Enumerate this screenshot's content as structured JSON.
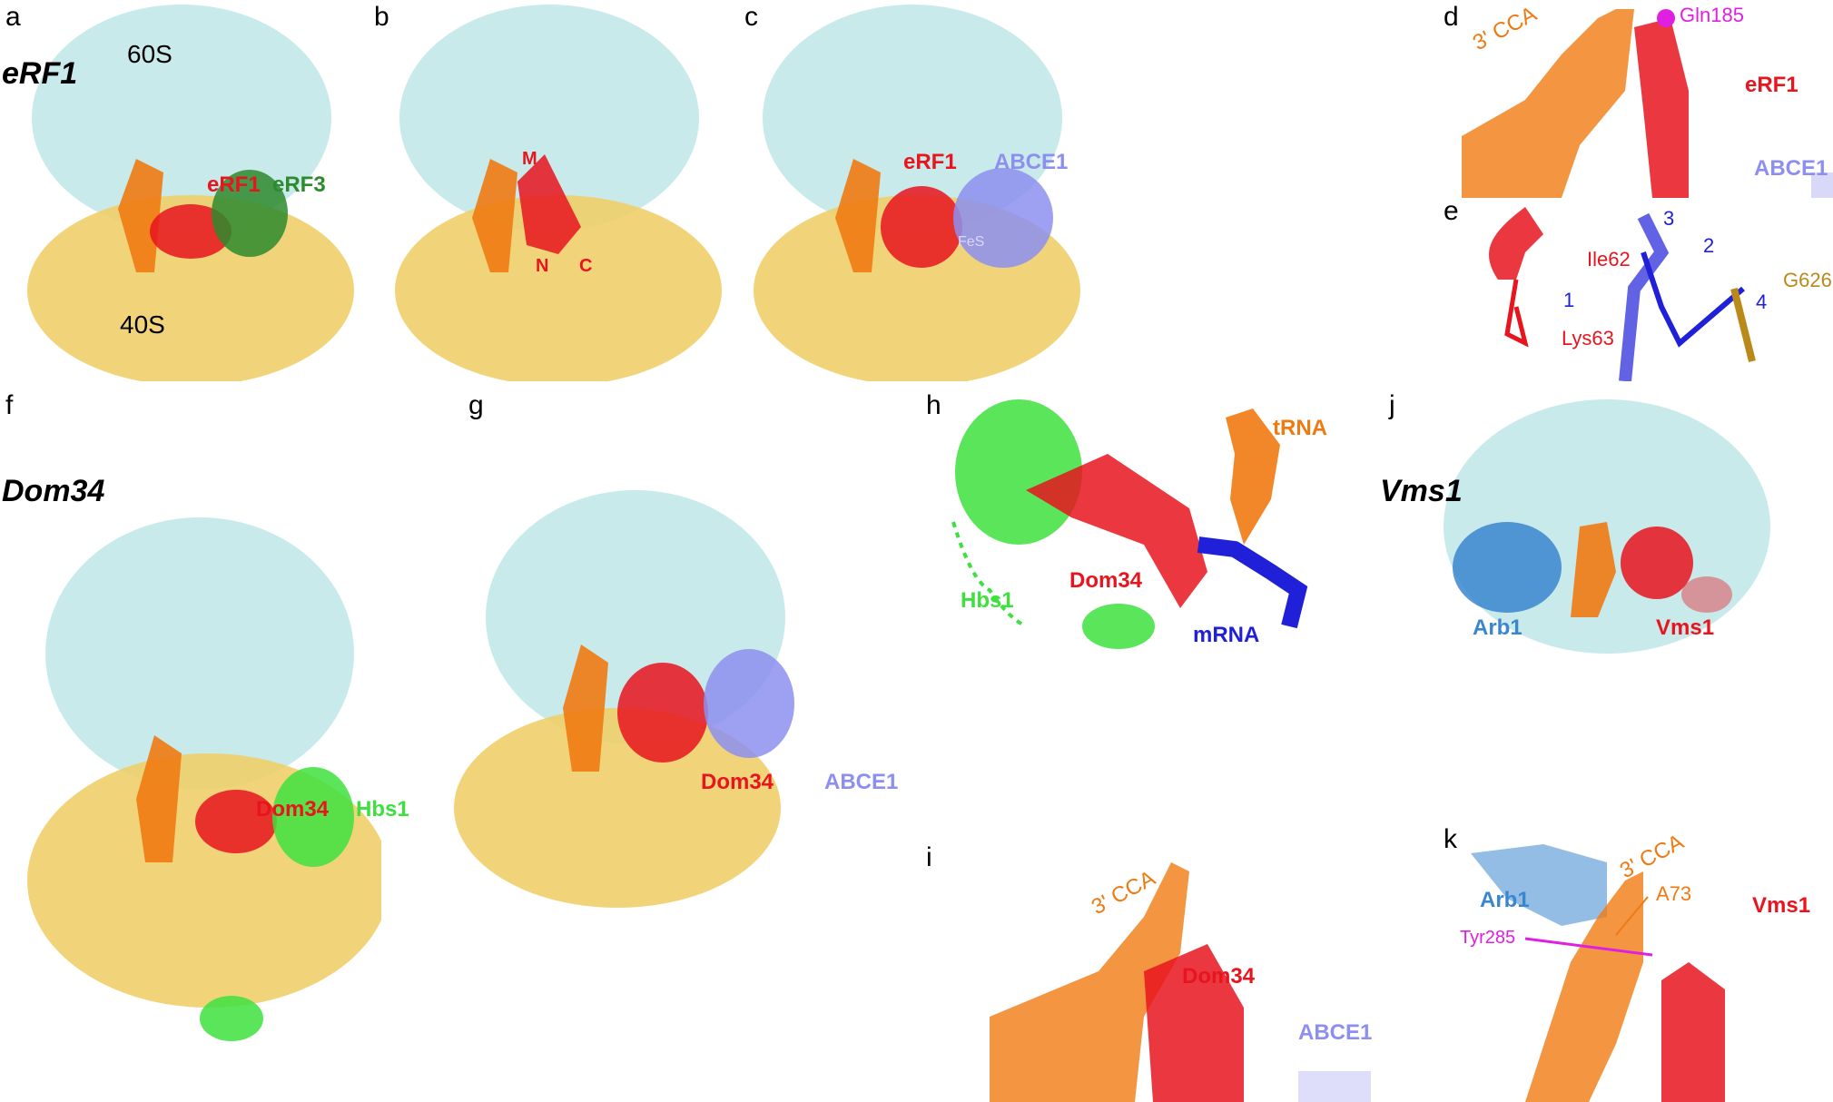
{
  "rows": {
    "row1_title": "eRF1",
    "row2_title": "Dom34",
    "row3_title": "Vms1"
  },
  "panels": {
    "a": {
      "letter": "a",
      "sub60": "60S",
      "sub40": "40S",
      "erf1": "eRF1",
      "erf3": "eRF3"
    },
    "b": {
      "letter": "b",
      "m": "M",
      "n": "N",
      "c": "C"
    },
    "c": {
      "letter": "c",
      "erf1": "eRF1",
      "abce1": "ABCE1",
      "fes": "FeS"
    },
    "d": {
      "letter": "d",
      "cca": "3' CCA",
      "gln": "Gln185",
      "erf1": "eRF1",
      "abce1": "ABCE1"
    },
    "e": {
      "letter": "e",
      "ile": "Ile62",
      "lys": "Lys63",
      "g626": "G626",
      "n1": "1",
      "n2": "2",
      "n3": "3",
      "n4": "4"
    },
    "f": {
      "letter": "f",
      "dom34": "Dom34",
      "hbs1": "Hbs1"
    },
    "g": {
      "letter": "g",
      "dom34": "Dom34",
      "abce1": "ABCE1"
    },
    "h": {
      "letter": "h",
      "trna": "tRNA",
      "dom34": "Dom34",
      "hbs1": "Hbs1",
      "mrna": "mRNA"
    },
    "i": {
      "letter": "i",
      "cca": "3' CCA",
      "dom34": "Dom34",
      "abce1": "ABCE1"
    },
    "j": {
      "letter": "j",
      "arb1": "Arb1",
      "vms1": "Vms1"
    },
    "k": {
      "letter": "k",
      "arb1": "Arb1",
      "cca": "3' CCA",
      "a73": "A73",
      "vms1": "Vms1",
      "tyr": "Tyr285"
    }
  },
  "colors": {
    "ribo60": "#bfe6e8",
    "ribo40": "#f0cf6a",
    "trna": "#f07a12",
    "erf1": "#e8141e",
    "erf3": "#2e8a2e",
    "hbs1": "#3ee03e",
    "abce1": "#8d8ff0",
    "arb1": "#3a86cf",
    "mrna": "#2020d8",
    "magenta": "#e020e0",
    "gold": "#b98a1a"
  }
}
